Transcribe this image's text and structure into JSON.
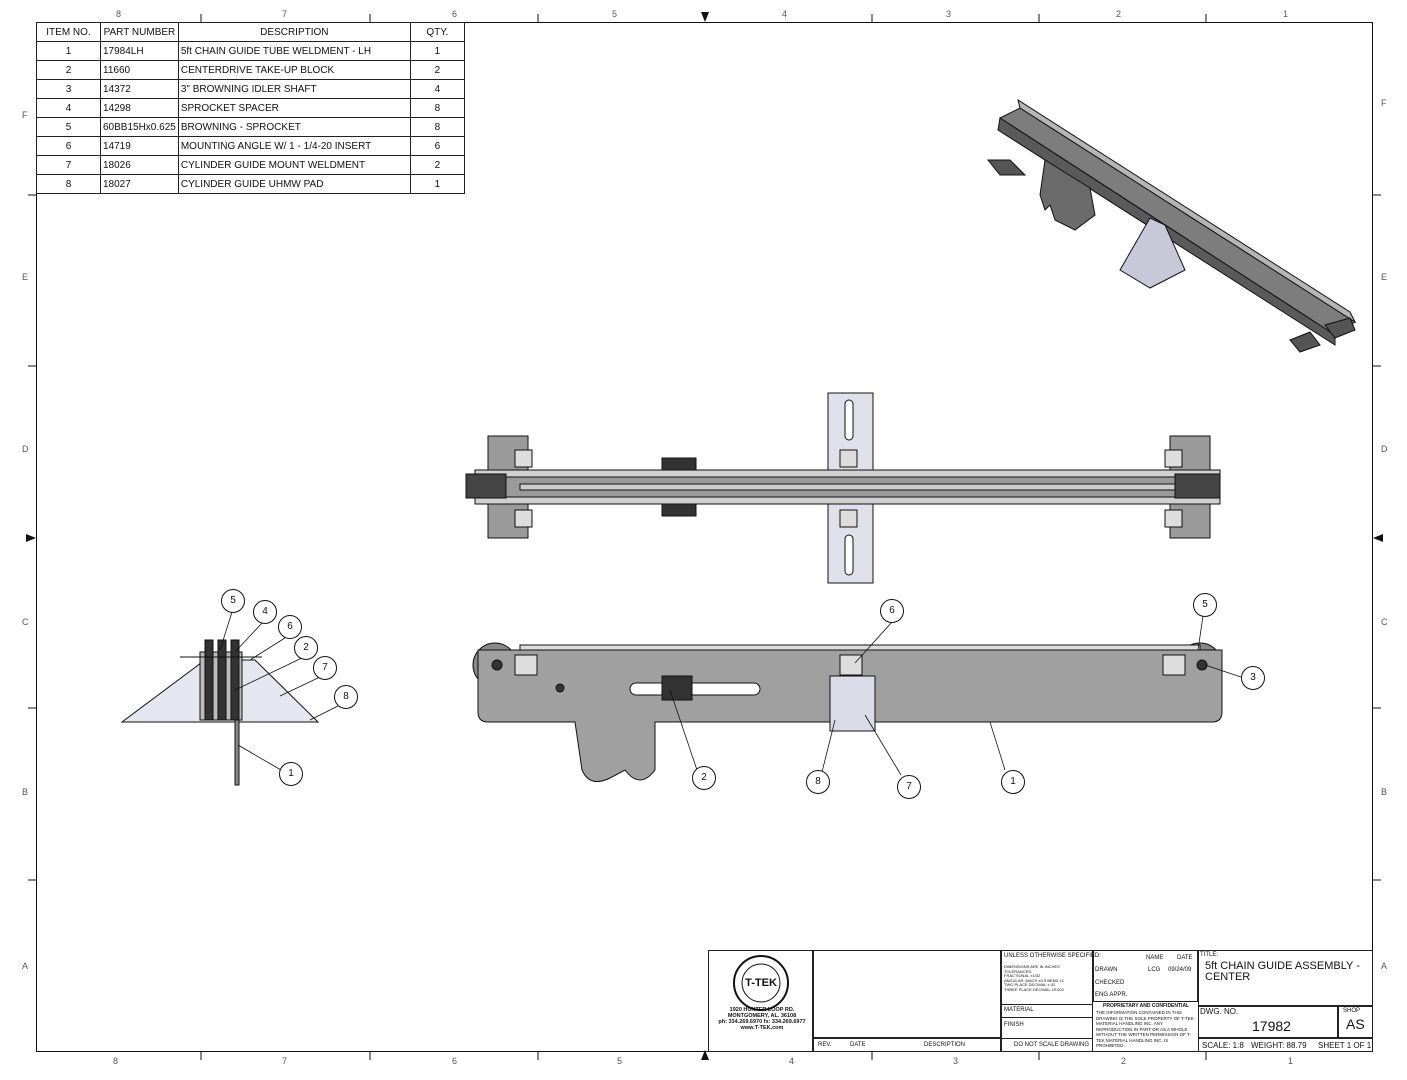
{
  "zones": {
    "columns": [
      "8",
      "7",
      "6",
      "5",
      "4",
      "3",
      "2",
      "1"
    ],
    "rows": [
      "F",
      "E",
      "D",
      "C",
      "B",
      "A"
    ]
  },
  "bom": {
    "headers": [
      "ITEM NO.",
      "PART NUMBER",
      "DESCRIPTION",
      "QTY."
    ],
    "rows": [
      [
        "1",
        "17984LH",
        "5ft CHAIN GUIDE TUBE WELDMENT - LH",
        "1"
      ],
      [
        "2",
        "11660",
        "CENTERDRIVE TAKE-UP BLOCK",
        "2"
      ],
      [
        "3",
        "14372",
        "3\" BROWNING IDLER SHAFT",
        "4"
      ],
      [
        "4",
        "14298",
        "SPROCKET SPACER",
        "8"
      ],
      [
        "5",
        "60BB15Hx0.625",
        "BROWNING - SPROCKET",
        "8"
      ],
      [
        "6",
        "14719",
        "MOUNTING ANGLE W/ 1 - 1/4-20 INSERT",
        "6"
      ],
      [
        "7",
        "18026",
        "CYLINDER GUIDE MOUNT WELDMENT",
        "2"
      ],
      [
        "8",
        "18027",
        "CYLINDER GUIDE UHMW PAD",
        "1"
      ]
    ]
  },
  "balloons": {
    "side": [
      "5",
      "4",
      "6",
      "2",
      "7",
      "8",
      "1"
    ],
    "front": [
      "6",
      "5",
      "3",
      "2",
      "8",
      "7",
      "1"
    ]
  },
  "title_block": {
    "company_address": [
      "1920 HUNTER LOOP RD.",
      "MONTGOMERY, AL. 36108",
      "ph: 334.269.6970 fx: 334.269.6977",
      "www.T-TEK.com"
    ],
    "logo_text": "T-TEK",
    "unless": "UNLESS OTHERWISE SPECIFIED:",
    "tolerances": [
      "DIMENSIONS ARE IN INCHES",
      "TOLERANCES:",
      "FRACTIONAL ±1/32",
      "ANGULAR: MACH ±0.5 BEND ±1",
      "TWO PLACE DECIMAL ±.02",
      "THREE PLACE DECIMAL ±0.002"
    ],
    "name_label": "NAME",
    "date_label": "DATE",
    "drawn_label": "DRAWN",
    "drawn_name": "LCG",
    "drawn_date": "09/24/09",
    "checked_label": "CHECKED",
    "eng_label": "ENG APPR.",
    "material_label": "MATERIAL",
    "finish_label": "FINISH",
    "proprietary_title": "PROPRIETARY AND CONFIDENTIAL",
    "proprietary_text": "THE INFORMATION CONTAINED IN THIS DRAWING IS THE SOLE PROPERTY OF T-TEK MATERIAL HANDLING INC. ANY REPRODUCTION IN PART OR AS A WHOLE WITHOUT THE WRITTEN PERMISSION OF T-TEK MATERIAL HANDLING INC. IS PROHIBITED.",
    "do_not_scale": "DO NOT SCALE DRAWING",
    "rev_label": "REV.",
    "rev_date_label": "DATE",
    "rev_desc_label": "DESCRIPTION",
    "title_label": "TITLE:",
    "title": "5ft CHAIN GUIDE ASSEMBLY - CENTER",
    "dwg_no_label": "DWG. NO.",
    "dwg_no": "17982",
    "shop_label": "SHOP",
    "shop": "AS",
    "scale": "SCALE: 1:8",
    "weight": "WEIGHT: 88.79",
    "sheet": "SHEET 1 OF 1"
  }
}
